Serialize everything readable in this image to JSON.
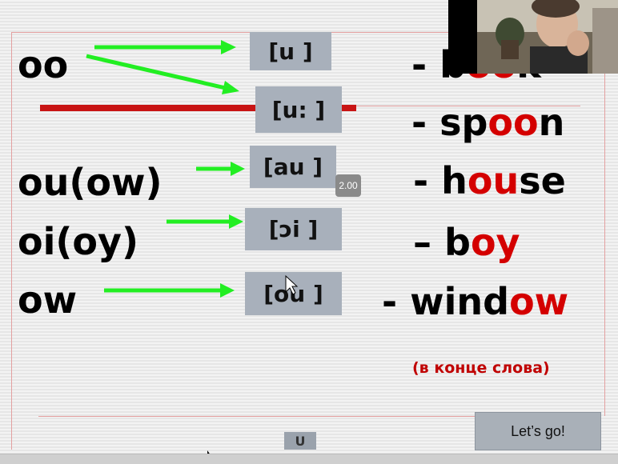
{
  "slide": {
    "rows": [
      {
        "letters": "oo",
        "phonetic": "[u ]",
        "example_prefix": "- ",
        "example_parts": [
          {
            "t": "b",
            "hl": false
          },
          {
            "t": "oo",
            "hl": true
          },
          {
            "t": "k",
            "hl": false
          }
        ]
      },
      {
        "letters": "",
        "phonetic": "[u: ]",
        "example_prefix": "- ",
        "example_parts": [
          {
            "t": "sp",
            "hl": false
          },
          {
            "t": "oo",
            "hl": true
          },
          {
            "t": "n",
            "hl": false
          }
        ]
      },
      {
        "letters": "ou(ow)",
        "phonetic": "[au ]",
        "example_prefix": "- ",
        "example_parts": [
          {
            "t": "h",
            "hl": false
          },
          {
            "t": "ou",
            "hl": true
          },
          {
            "t": "se",
            "hl": false
          }
        ]
      },
      {
        "letters": "oi(oy)",
        "phonetic": "[ɔi ]",
        "example_prefix": "– ",
        "example_parts": [
          {
            "t": "b",
            "hl": false
          },
          {
            "t": "oy",
            "hl": true
          }
        ]
      },
      {
        "letters": "ow",
        "phonetic": "[ou ]",
        "example_prefix": "- ",
        "example_parts": [
          {
            "t": "wind",
            "hl": false
          },
          {
            "t": "ow",
            "hl": true
          }
        ]
      }
    ],
    "note": "(в конце слова)",
    "lets_go_label": "Let’s go!",
    "small_button_label": "U"
  },
  "player": {
    "speed_badge": "2.00"
  },
  "colors": {
    "accent_red": "#d40000",
    "arrow_green": "#22ee22",
    "phonetic_box": "#a8b0bb"
  }
}
